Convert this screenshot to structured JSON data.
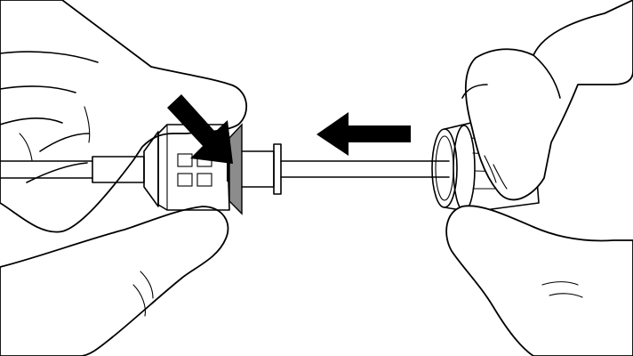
{
  "figure": {
    "arrow_color": "#000000",
    "line_color": "#000000",
    "background": "#ffffff",
    "shade_color": "#8c8c8c",
    "arrows": [
      {
        "name": "diagonal-arrow",
        "direction": "down-right"
      },
      {
        "name": "horizontal-arrow",
        "direction": "left"
      }
    ]
  }
}
